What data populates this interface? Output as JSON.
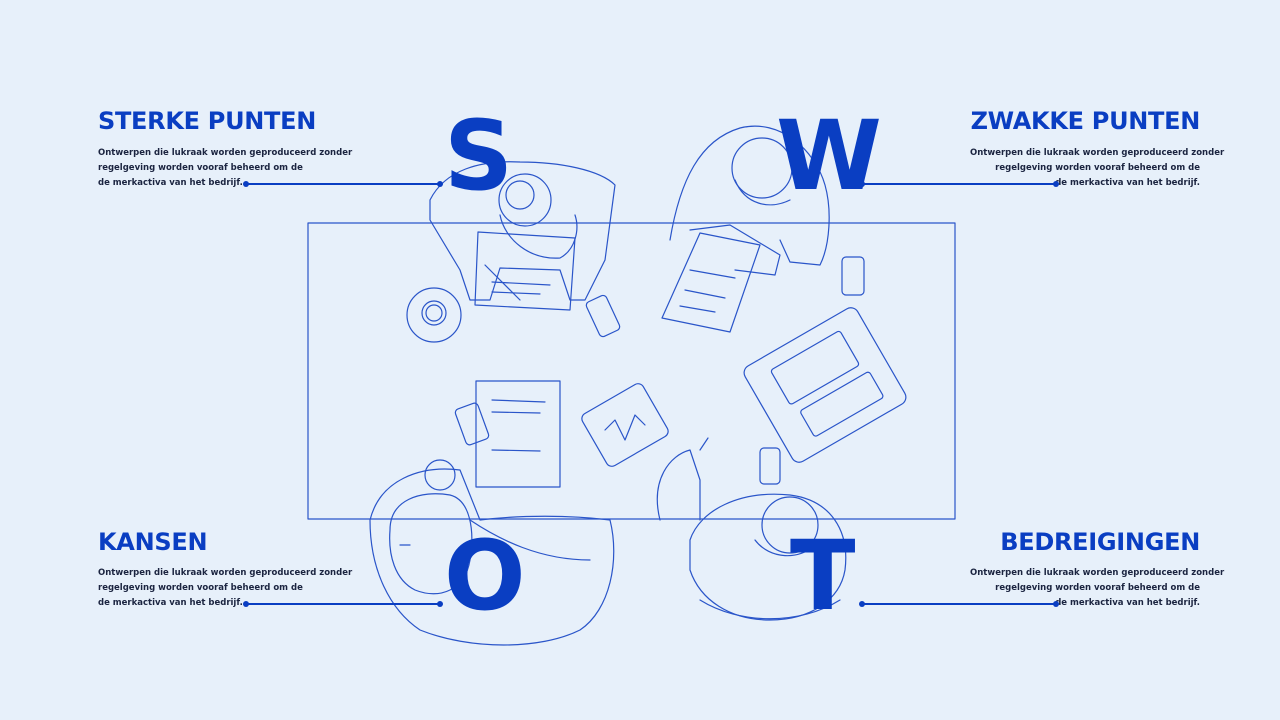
{
  "quadrants": {
    "strengths": {
      "title": "STERKE PUNTEN",
      "letter": "S",
      "lines": [
        "Ontwerpen die lukraak worden geproduceerd zonder",
        "regelgeving worden vooraf beheerd om de",
        "de merkactiva van het bedrijf."
      ]
    },
    "weaknesses": {
      "title": "ZWAKKE PUNTEN",
      "letter": "W",
      "lines": [
        "Ontwerpen die lukraak worden geproduceerd zonder",
        "regelgeving worden vooraf beheerd om de",
        "de merkactiva van het bedrijf."
      ]
    },
    "opportunities": {
      "title": "KANSEN",
      "letter": "O",
      "lines": [
        "Ontwerpen die lukraak worden geproduceerd zonder",
        "regelgeving worden vooraf beheerd om de",
        "de merkactiva van het bedrijf."
      ]
    },
    "threats": {
      "title": "BEDREIGINGEN",
      "letter": "T",
      "lines": [
        "Ontwerpen die lukraak worden geproduceerd zonder",
        "regelgeving worden vooraf beheerd om de",
        "de merkactiva van het bedrijf."
      ]
    }
  },
  "colors": {
    "accent": "#0a3ec2",
    "background": "#e7f0fa",
    "text": "#1b2440",
    "line_art": "#2a55c9"
  }
}
